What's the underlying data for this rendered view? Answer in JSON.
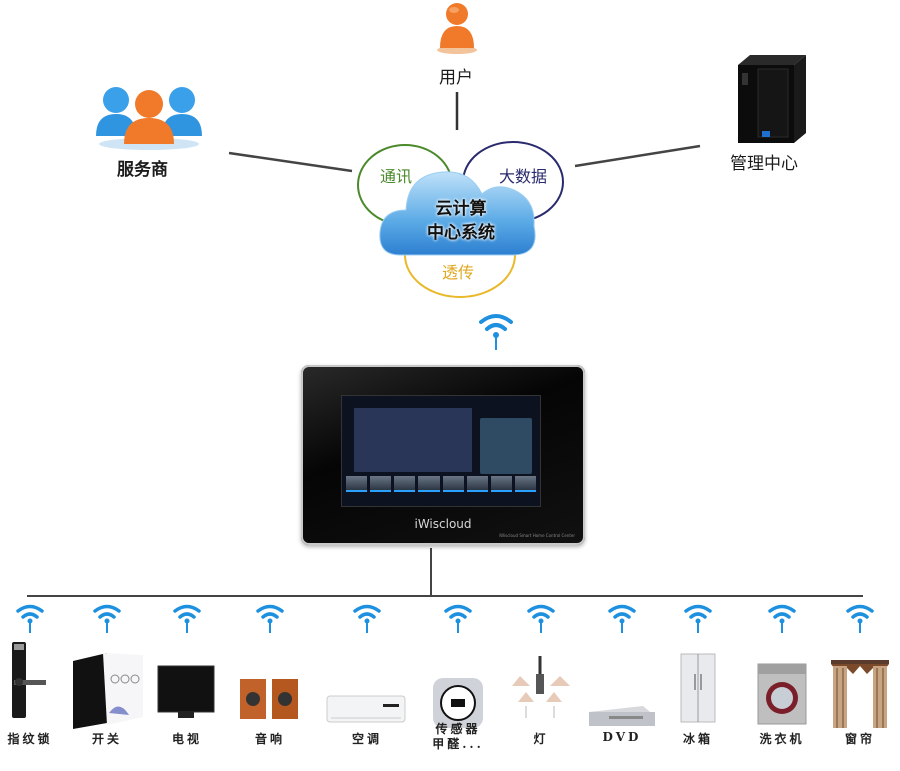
{
  "top_nodes": {
    "user": {
      "label": "用户",
      "icon": "person-icon"
    },
    "provider": {
      "label": "服务商",
      "icon": "group-icon"
    },
    "management": {
      "label": "管理中心",
      "icon": "server-icon"
    }
  },
  "cloud": {
    "title_line1": "云计算",
    "title_line2": "中心系统",
    "rings": [
      {
        "label": "通讯",
        "color": "#4a8a2a"
      },
      {
        "label": "大数据",
        "color": "#2a2a6e"
      },
      {
        "label": "透传",
        "color": "#e9b92a"
      }
    ]
  },
  "hub": {
    "brand": "iWiscloud",
    "subtitle": "iWiscloud Smart Home Control Center"
  },
  "colors": {
    "wifi": "#1e90e0",
    "line": "#444444",
    "cloud": "#5aaae6"
  },
  "devices": [
    {
      "label": "指纹锁",
      "icon": "fingerprint-lock-icon"
    },
    {
      "label": "开关",
      "icon": "switch-icon"
    },
    {
      "label": "电视",
      "icon": "tv-icon"
    },
    {
      "label": "音响",
      "icon": "speaker-icon"
    },
    {
      "label": "空调",
      "icon": "air-conditioner-icon"
    },
    {
      "label": "传感器\n甲醛...",
      "label_line1": "传感器",
      "label_line2": "甲醛...",
      "icon": "sensor-icon"
    },
    {
      "label": "灯",
      "icon": "lamp-icon"
    },
    {
      "label": "DVD",
      "icon": "dvd-icon"
    },
    {
      "label": "冰箱",
      "icon": "fridge-icon"
    },
    {
      "label": "洗衣机",
      "icon": "washing-machine-icon"
    },
    {
      "label": "窗帘",
      "icon": "curtain-icon"
    }
  ]
}
